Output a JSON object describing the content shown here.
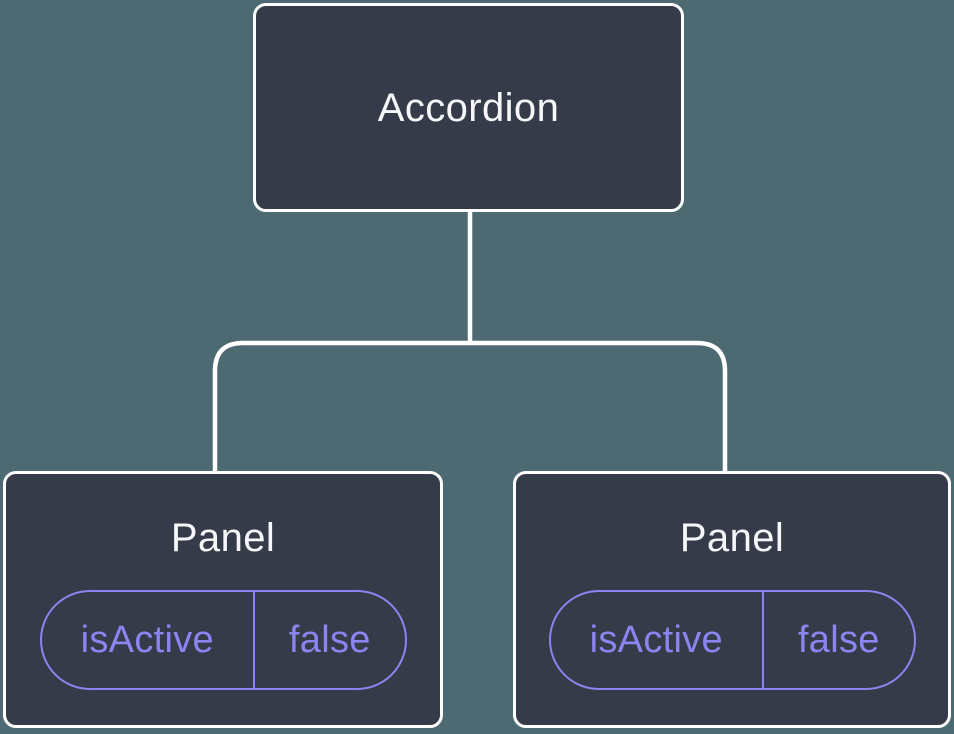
{
  "theme": {
    "bg": "#4d6a72",
    "node_fill": "#353b48",
    "node_border": "#ffffff",
    "node_text": "#f6f7f9",
    "accent": "#8a85f0",
    "connector": "#ffffff"
  },
  "diagram": {
    "type": "component-tree",
    "root": {
      "label": "Accordion"
    },
    "children": [
      {
        "label": "Panel",
        "prop": {
          "name": "isActive",
          "value": "false"
        }
      },
      {
        "label": "Panel",
        "prop": {
          "name": "isActive",
          "value": "false"
        }
      }
    ]
  }
}
